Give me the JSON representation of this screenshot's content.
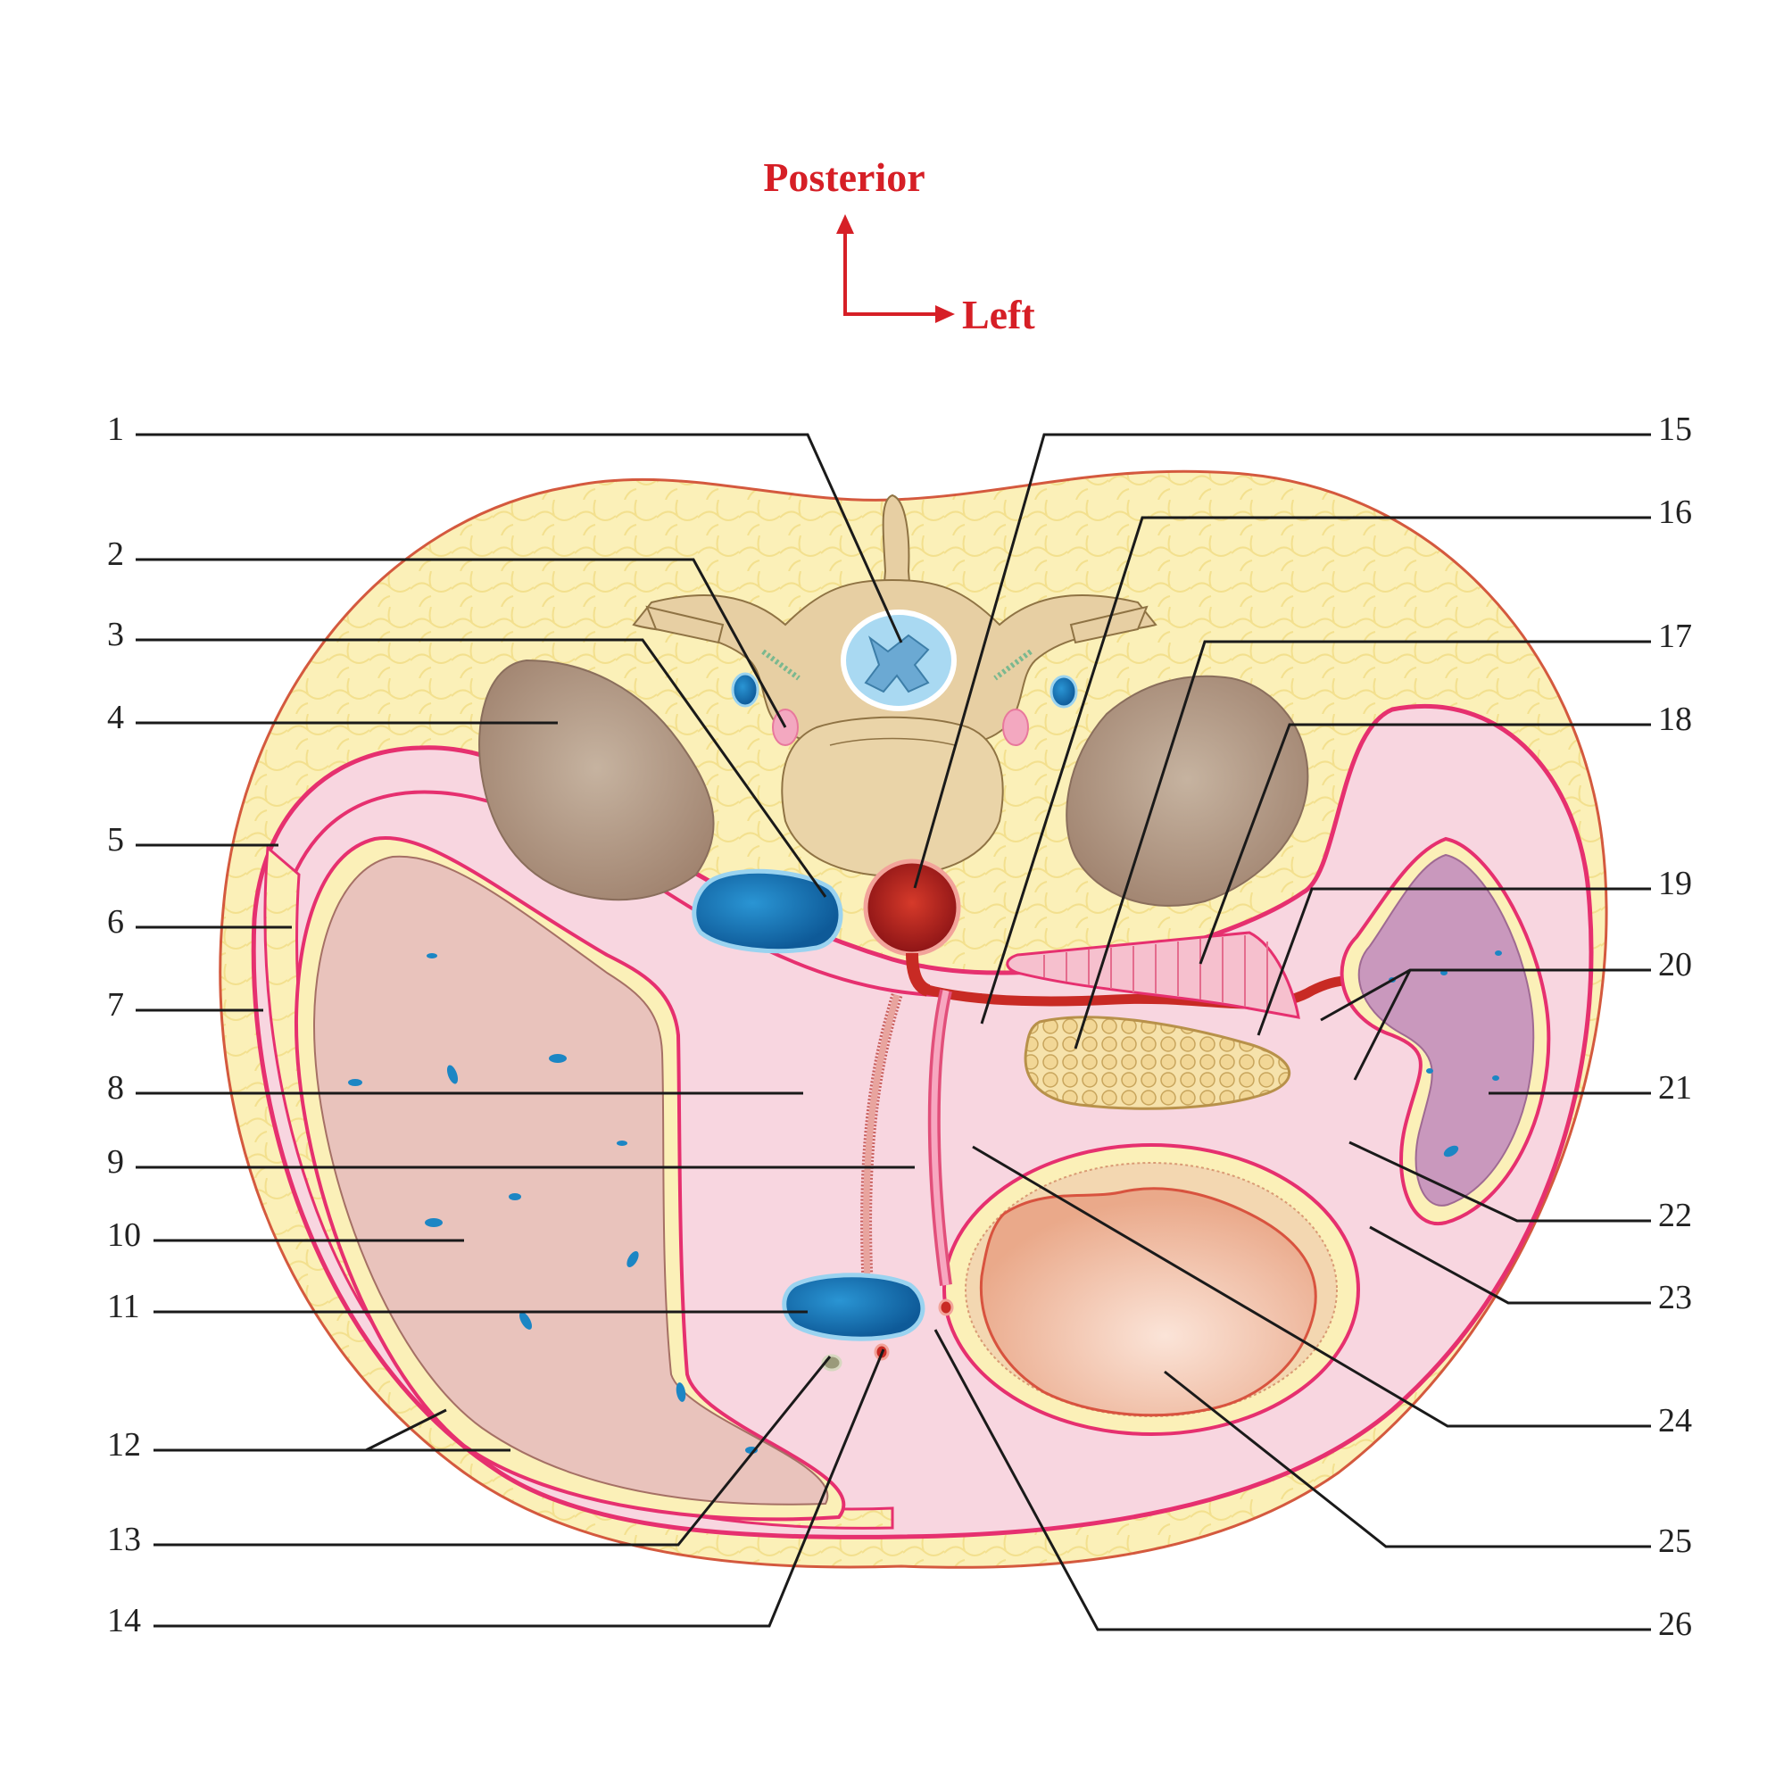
{
  "orientation": {
    "posterior": "Posterior",
    "left": "Left",
    "color": "#d61f26"
  },
  "labels": {
    "left_side": [
      "1",
      "2",
      "3",
      "4",
      "5",
      "6",
      "7",
      "8",
      "9",
      "10",
      "11",
      "12",
      "13",
      "14"
    ],
    "right_side": [
      "15",
      "16",
      "17",
      "18",
      "19",
      "20",
      "21",
      "22",
      "23",
      "24",
      "25",
      "26"
    ]
  },
  "colors": {
    "fat": "#fbf0b8",
    "peritoneum": "#e6306f",
    "peritoneal_space": "#f9d9e3",
    "liver": "#e8c4bd",
    "kidney": "#b8a08a",
    "vertebra": "#e7cfa3",
    "aorta": "#b51e20",
    "vein": "#1a7fc0",
    "spleen": "#c98fb6",
    "pancreas": "#f2dca0",
    "stomach": "#efb49a"
  }
}
